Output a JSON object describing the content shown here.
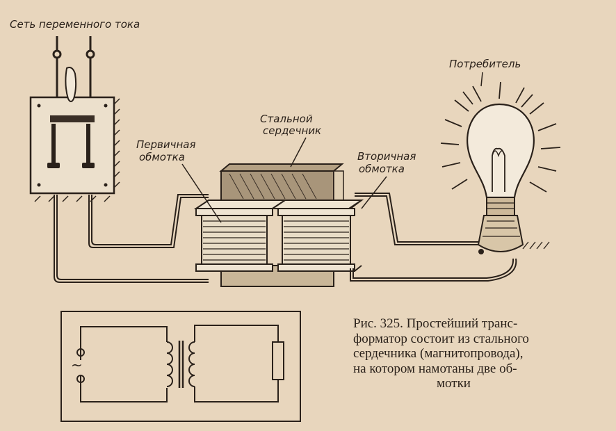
{
  "labels": {
    "mains": "Сеть переменного тока",
    "consumer": "Потребитель",
    "core_line1": "Стальной",
    "core_line2": "сердечник",
    "primary_line1": "Первичная",
    "primary_line2": "обмотка",
    "secondary_line1": "Вторичная",
    "secondary_line2": "обмотка",
    "ac_symbol": "~"
  },
  "caption": {
    "line1": "Рис. 325. Простейший транс-",
    "line2": "форматор состоит из стального",
    "line3": "сердечника (магнитопровода),",
    "line4": "на котором намотаны две об-",
    "line5": "мотки"
  }
}
